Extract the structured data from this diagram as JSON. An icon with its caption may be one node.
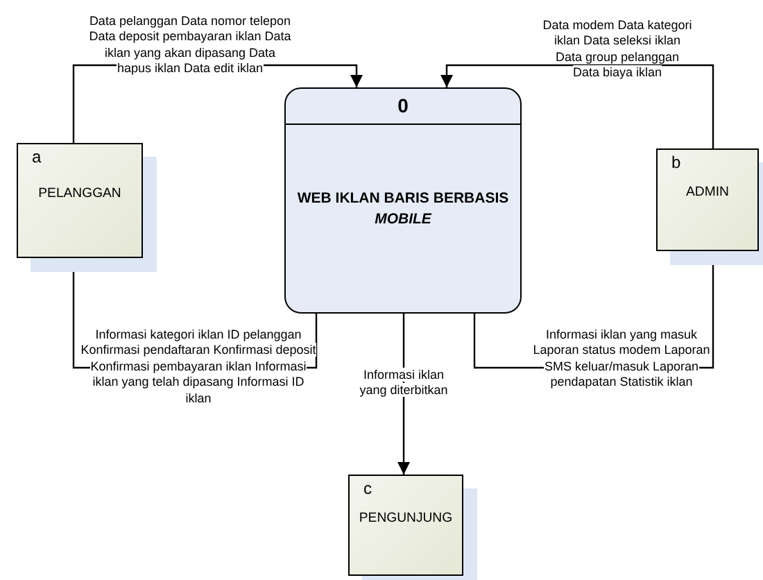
{
  "diagram": {
    "nodes": [
      {
        "text": [
          "0",
          "WEB IKLAN BARIS BERBASIS *MOBILE*"
        ]
      },
      {
        "text": [
          "a",
          "PELANGGAN"
        ]
      },
      {
        "text": [
          "b",
          "ADMIN"
        ]
      },
      {
        "text": [
          "c",
          "PENGUNJUNG"
        ]
      }
    ],
    "edges": [
      {
        "from": 1,
        "to": 0,
        "arrow": "to",
        "label": "Data pelanggan Data nomor telepon Data deposit pembayaran iklan Data iklan yang akan dipasang Data hapus iklan Data edit iklan"
      },
      {
        "from": 2,
        "to": 0,
        "arrow": "to",
        "label": "Data modem Data kategori iklan Data seleksi iklan Data group pelanggan Data biaya iklan"
      },
      {
        "from": 0,
        "to": 1,
        "arrow": "to",
        "label": "Informasi kategori iklan ID pelanggan Konfirmasi pendaftaran Konfirmasi deposit Konfirmasi pembayaran iklan Informasi iklan yang telah dipasang Informasi ID iklan"
      },
      {
        "from": 0,
        "to": 2,
        "arrow": "to",
        "label": "Informasi iklan yang masuk Laporan status modem Laporan SMS keluar/masuk Laporan pendapatan Statistik iklan"
      },
      {
        "from": 0,
        "to": 3,
        "arrow": "to",
        "label": "Informasi iklan yang diterbitkan"
      }
    ]
  }
}
